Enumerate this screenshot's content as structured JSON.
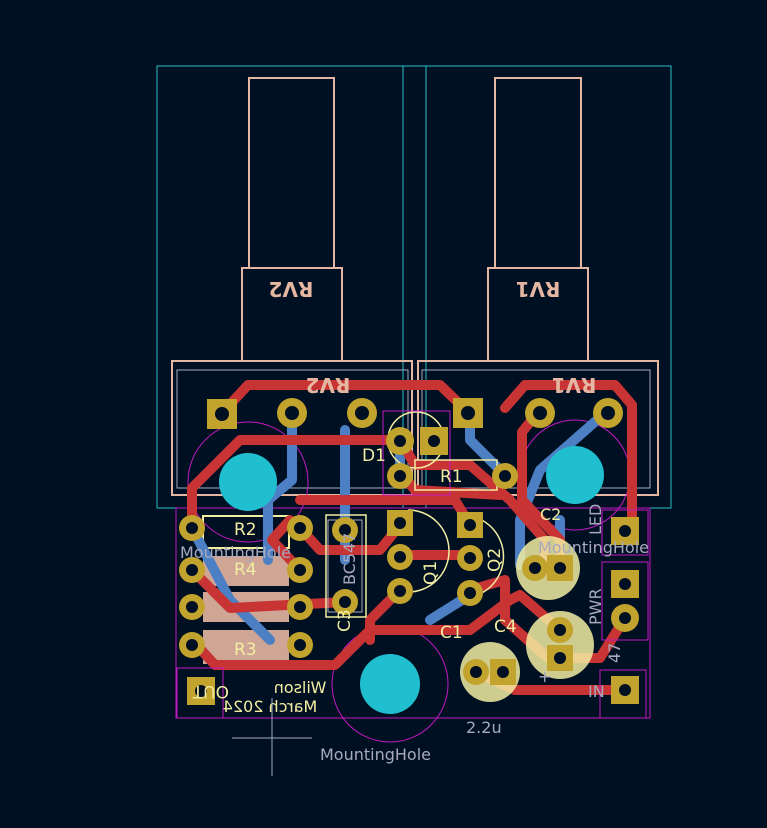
{
  "app": "KiCad PCB Editor",
  "board": {
    "colors": {
      "background": "#001023",
      "front_copper": "#c83434",
      "back_copper": "#4d7fc4",
      "pad": "#c2a32d",
      "drill": "#e8d46e",
      "courtyard": "#26c0c4",
      "back_silk": "#e5b7a3",
      "front_silk": "#f2eda1",
      "fab": "#a9a9bd",
      "magenta": "#c219c2"
    },
    "pot_labels": {
      "rv1_back": "RV1",
      "rv2_back": "RV2",
      "rv1_front": "RV1",
      "rv2_front": "RV2"
    },
    "ref_labels": {
      "d1": "D1",
      "r1": "R1",
      "r2": "R2",
      "r3": "R3",
      "r4": "R4",
      "q1": "Q1",
      "q2": "Q2",
      "c1": "C1",
      "c3": "C3",
      "c4": "C4",
      "c2": "C2",
      "bc547": "BC547",
      "led": "LED",
      "pwr": "PWR"
    },
    "footprint_labels": {
      "mounting_hole_main": "MountingHole",
      "mounting_hole_left": "MountingHole",
      "mounting_hole_right": "MountingHole",
      "c1_value": "2.2u",
      "out_label": "OUT",
      "in_label": "IN",
      "value_47": "47",
      "plus": "+"
    },
    "back_text": {
      "line1": "Wilson",
      "line2": "March 2024"
    }
  }
}
